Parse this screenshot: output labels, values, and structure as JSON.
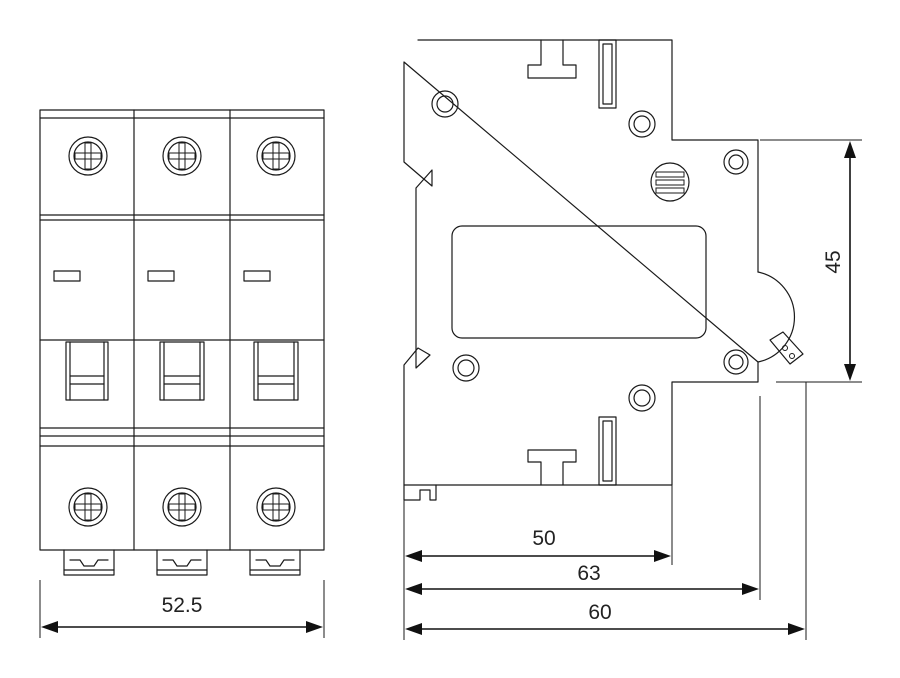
{
  "dimensions": {
    "front_width": "52.5",
    "depth_50": "50",
    "depth_63": "63",
    "depth_60": "60",
    "height_45": "45"
  },
  "colors": {
    "line": "#1a1a1a",
    "background": "#ffffff"
  }
}
